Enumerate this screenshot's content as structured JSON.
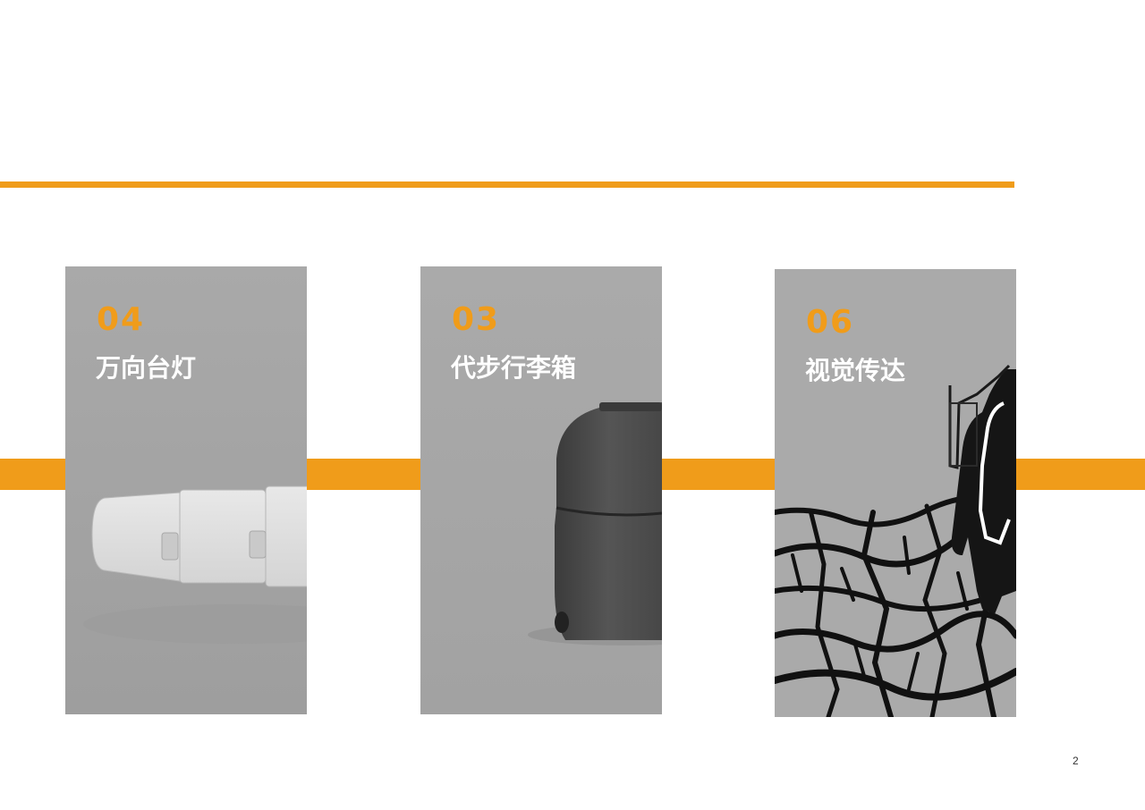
{
  "colors": {
    "accent": "#f09c1a",
    "card_bg": "#aaaaaa",
    "title_text": "#ffffff"
  },
  "cards": [
    {
      "number": "04",
      "title": "万向台灯",
      "image": "lamp-render"
    },
    {
      "number": "03",
      "title": "代步行李箱",
      "image": "suitcase-render"
    },
    {
      "number": "06",
      "title": "视觉传达",
      "image": "cracked-earth-illustration"
    }
  ],
  "page_number": "2"
}
